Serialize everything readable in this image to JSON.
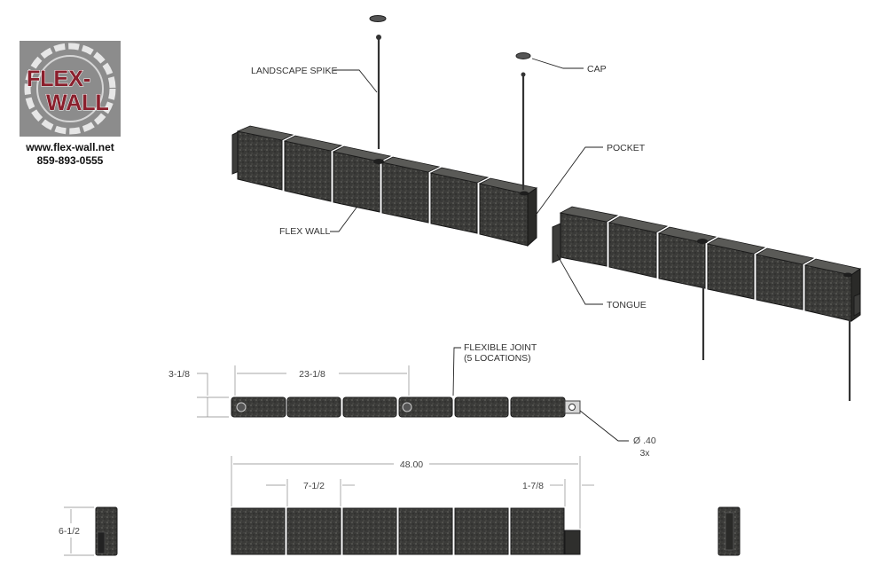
{
  "logo": {
    "line1": "FLEX-",
    "line2": "WALL",
    "website": "www.flex-wall.net",
    "phone": "859-893-0555",
    "brand_color": "#8a1f2c",
    "badge_color": "#8c8c8c"
  },
  "callouts": {
    "landscape_spike": "LANDSCAPE SPIKE",
    "cap": "CAP",
    "pocket": "POCKET",
    "flex_wall": "FLEX WALL",
    "tongue": "TONGUE",
    "flexible_joint_1": "FLEXIBLE JOINT",
    "flexible_joint_2": "(5 LOCATIONS)"
  },
  "dimensions": {
    "top_height": "3-1/8",
    "top_span": "23-1/8",
    "hole_diameter": "Ø .40",
    "hole_count": "3x",
    "total_length": "48.00",
    "block_width": "7-1/2",
    "tongue_length": "1-7/8",
    "front_height": "6-1/2"
  }
}
